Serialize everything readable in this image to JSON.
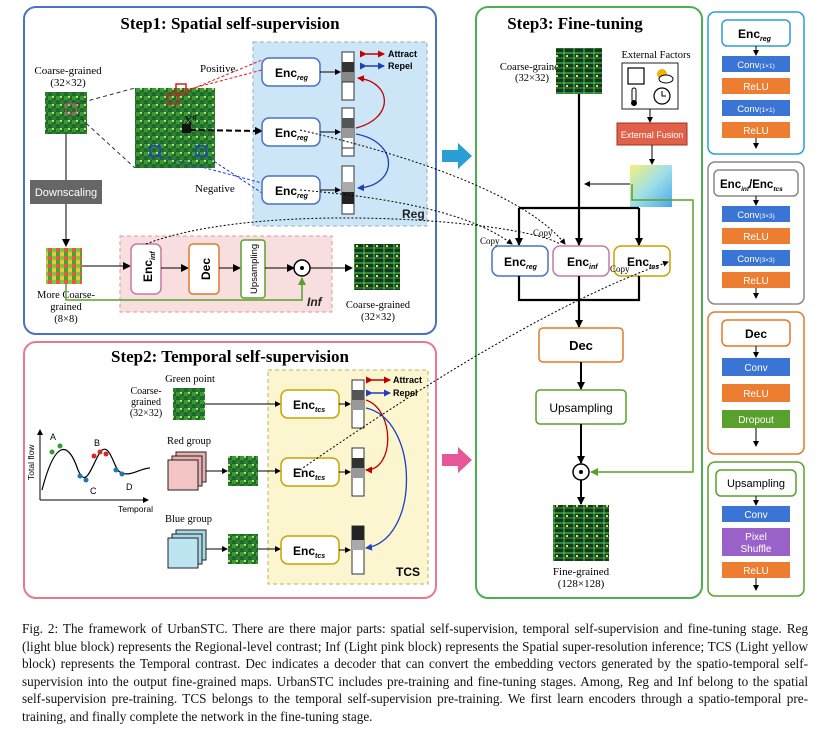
{
  "step1": {
    "title": "Step1:  Spatial self-supervision",
    "coarse_label": "Coarse-grained",
    "coarse_size": "(32×32)",
    "positive": "Positive",
    "negative": "Negative",
    "xq": "X",
    "xq_sup": "q",
    "downscaling": "Downscaling",
    "more_coarse_1": "More Coarse-",
    "more_coarse_2": "grained",
    "more_coarse_size": "(8×8)",
    "enc": "Enc",
    "enc_reg_sub": "reg",
    "enc_inf_sub": "inf",
    "dec": "Dec",
    "upsampling": "Upsampling",
    "reg_tag": "Reg",
    "inf_tag": "Inf",
    "attract": "Attract",
    "repel": "Repel",
    "out_label": "Coarse-grained",
    "out_size": "(32×32)"
  },
  "step2": {
    "title": "Step2:  Temporal self-supervision",
    "green_point": "Green point",
    "coarse_1": "Coarse-",
    "coarse_2": "grained",
    "coarse_size": "(32×32)",
    "red_group": "Red group",
    "blue_group": "Blue group",
    "enc": "Enc",
    "enc_tcs_sub": "tcs",
    "attract": "Attract",
    "repel": "Repel",
    "tcs_tag": "TCS",
    "total_flow": "Total flow",
    "temporal": "Temporal",
    "pt_a": "A",
    "pt_b": "B",
    "pt_c": "C",
    "pt_d": "D"
  },
  "step3": {
    "title": "Step3:  Fine-tuning",
    "coarse_label": "Coarse-grained",
    "coarse_size": "(32×32)",
    "external_factors": "External Factors",
    "external_fusion": "External Fusion",
    "copy": "Copy",
    "enc": "Enc",
    "sub_reg": "reg",
    "sub_inf": "inf",
    "sub_tcs": "tcs",
    "dec": "Dec",
    "upsampling": "Upsampling",
    "fine_label": "Fine-grained",
    "fine_size": "(128×128)"
  },
  "legend": {
    "enc_reg_title": "Enc",
    "enc_reg_sub": "reg",
    "enc_reg_layers": [
      "Conv",
      "ReLU",
      "Conv",
      "ReLU"
    ],
    "conv_1x1": "(1×1)",
    "enc_inf_title_a": "Enc",
    "enc_inf_sub_a": "inf",
    "enc_inf_slash": "/Enc",
    "enc_inf_sub_b": "tcs",
    "enc_inf_layers": [
      "Conv",
      "ReLU",
      "Conv",
      "ReLU"
    ],
    "conv_3x3": "(3×3)",
    "dec_title": "Dec",
    "dec_layers": [
      "Conv",
      "ReLU",
      "Dropout"
    ],
    "up_title": "Upsampling",
    "up_layers": [
      "Conv",
      "Pixel",
      "Shuffle",
      "ReLU"
    ]
  },
  "caption": "Fig. 2: The framework of UrbanSTC. There are there major parts: spatial self-supervision, temporal self-supervision and fine-tuning stage. Reg (light blue block) represents the Regional-level contrast; Inf (Light pink block) represents the Spatial super-resolution inference; TCS (Light yellow block) represents the Temporal contrast. Dec indicates a decoder that can convert the embedding vectors generated by the spatio-temporal self-supervision into the output fine-grained maps. UrbanSTC includes pre-training and fine-tuning stages. Among, Reg and Inf belong to the spatial self-supervision pre-training. TCS belongs to the temporal self-supervision pre-training. We first learn encoders through a spatio-temporal pre-training, and finally complete the network in the fine-tuning stage."
}
